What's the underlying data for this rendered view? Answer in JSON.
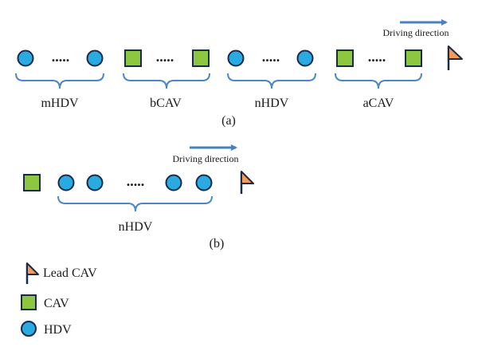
{
  "colors": {
    "hdv_fill": "#29abe2",
    "cav_fill": "#8dc63f",
    "lead_flag_fill": "#f39c5a",
    "outline": "#1b2a4a",
    "brace": "#4a86c8",
    "arrow": "#4a7fc1",
    "text": "#1a1a1a"
  },
  "ellipsis": ".....",
  "panel_a": {
    "direction_label": "Driving direction",
    "caption": "(a)",
    "groups": [
      {
        "label": "mHDV",
        "vehicle": "HDV"
      },
      {
        "label": "bCAV",
        "vehicle": "CAV"
      },
      {
        "label": "nHDV",
        "vehicle": "HDV"
      },
      {
        "label": "aCAV",
        "vehicle": "CAV"
      }
    ]
  },
  "panel_b": {
    "direction_label": "Driving direction",
    "caption": "(b)",
    "group_label": "nHDV"
  },
  "legend": {
    "items": [
      {
        "icon": "lead-cav-flag-icon",
        "label": "Lead CAV"
      },
      {
        "icon": "cav-square-icon",
        "label": "CAV"
      },
      {
        "icon": "hdv-circle-icon",
        "label": "HDV"
      }
    ]
  }
}
